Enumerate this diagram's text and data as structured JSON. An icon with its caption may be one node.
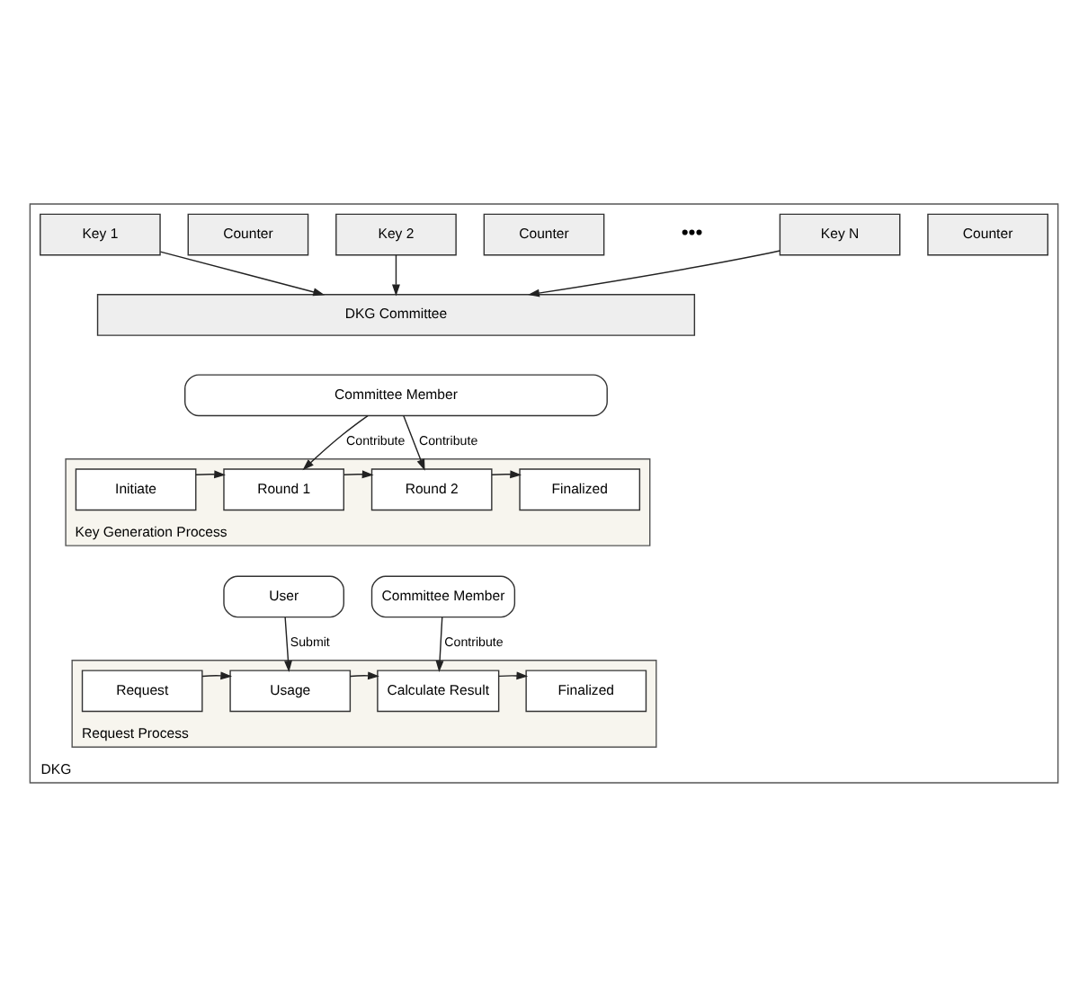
{
  "diagram": {
    "nodes": [
      {
        "text": [
          "DKG"
        ]
      },
      {
        "text": [
          "Key 1"
        ],
        "in": 0
      },
      {
        "text": [
          "Counter"
        ],
        "in": 0
      },
      {
        "text": [
          "Key 2"
        ],
        "in": 0
      },
      {
        "text": [
          "Counter"
        ],
        "in": 0
      },
      {
        "text": [
          "Key N"
        ],
        "in": 0
      },
      {
        "text": [
          "Counter"
        ],
        "in": 0
      },
      {
        "text": [
          "DKG Committee"
        ],
        "in": 0
      },
      {
        "text": [
          "Committee Member"
        ],
        "in": 0
      },
      {
        "text": [
          "Key Generation Process"
        ],
        "in": 0
      },
      {
        "text": [
          "Initiate"
        ],
        "in": 9
      },
      {
        "text": [
          "Round 1"
        ],
        "in": 9
      },
      {
        "text": [
          "Round 2"
        ],
        "in": 9
      },
      {
        "text": [
          "Finalized"
        ],
        "in": 9
      },
      {
        "text": [
          "User"
        ],
        "in": 0
      },
      {
        "text": [
          "Committee Member"
        ],
        "in": 0
      },
      {
        "text": [
          "Request Process"
        ],
        "in": 0
      },
      {
        "text": [
          "Request"
        ],
        "in": 16
      },
      {
        "text": [
          "Usage"
        ],
        "in": 16
      },
      {
        "text": [
          "Calculate Result"
        ],
        "in": 16
      },
      {
        "text": [
          "Finalized"
        ],
        "in": 16
      }
    ],
    "edges": [
      {
        "from": 1,
        "to": 7,
        "arrow": "to"
      },
      {
        "from": 3,
        "to": 7,
        "arrow": "to"
      },
      {
        "from": 5,
        "to": 7,
        "arrow": "to"
      },
      {
        "from": 8,
        "to": 11,
        "arrow": "to",
        "label": "Contribute"
      },
      {
        "from": 8,
        "to": 12,
        "arrow": "to",
        "label": "Contribute"
      },
      {
        "from": 10,
        "to": 11,
        "arrow": "to"
      },
      {
        "from": 11,
        "to": 12,
        "arrow": "to"
      },
      {
        "from": 12,
        "to": 13,
        "arrow": "to"
      },
      {
        "from": 14,
        "to": 18,
        "arrow": "to",
        "label": "Submit"
      },
      {
        "from": 15,
        "to": 19,
        "arrow": "to",
        "label": "Contribute"
      },
      {
        "from": 17,
        "to": 18,
        "arrow": "to"
      },
      {
        "from": 18,
        "to": 19,
        "arrow": "to"
      },
      {
        "from": 19,
        "to": 20,
        "arrow": "to"
      }
    ],
    "labels": [
      "•••"
    ]
  }
}
